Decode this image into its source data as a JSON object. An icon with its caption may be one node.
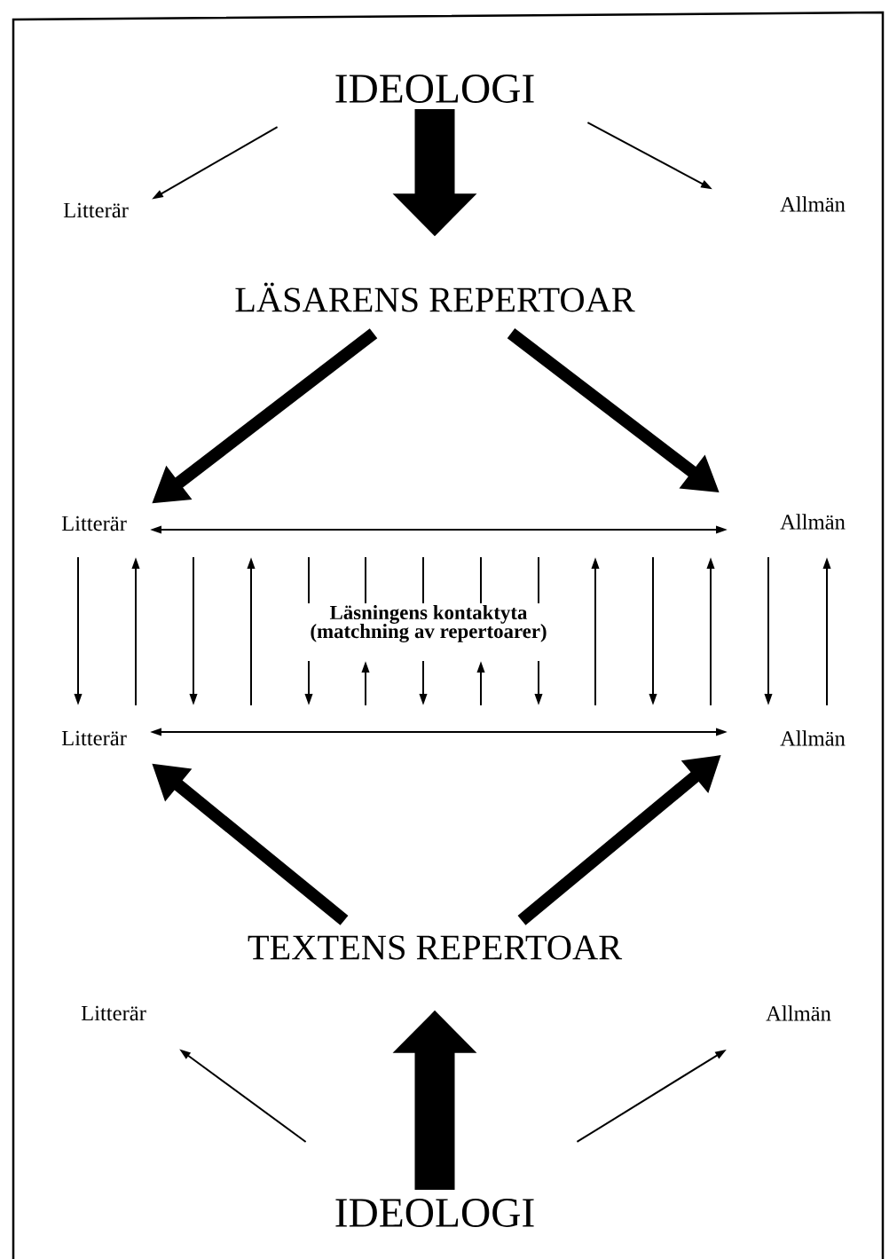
{
  "diagram": {
    "nodes": [
      {
        "text": [
          "IDEOLOGI"
        ]
      },
      {
        "text": [
          "Litterär"
        ]
      },
      {
        "text": [
          "Allmän"
        ]
      },
      {
        "text": [
          "LÄSARENS REPERTOAR"
        ]
      },
      {
        "text": [
          "Litterär"
        ]
      },
      {
        "text": [
          "Allmän"
        ]
      },
      {
        "text": [
          "Litterär"
        ]
      },
      {
        "text": [
          "Allmän"
        ]
      },
      {
        "text": [
          "TEXTENS REPERTOAR"
        ]
      },
      {
        "text": [
          "Litterär"
        ]
      },
      {
        "text": [
          "Allmän"
        ]
      },
      {
        "text": [
          "IDEOLOGI"
        ]
      }
    ],
    "edges": [
      {
        "from": 0,
        "to": 1,
        "arrow": "to"
      },
      {
        "from": 0,
        "to": 2,
        "arrow": "to"
      },
      {
        "from": 0,
        "to": 3,
        "arrow": "to",
        "style": "thick"
      },
      {
        "from": 3,
        "to": 4,
        "arrow": "to",
        "style": "thick"
      },
      {
        "from": 3,
        "to": 5,
        "arrow": "to",
        "style": "thick"
      },
      {
        "from": 4,
        "to": 5,
        "arrow": "both"
      },
      {
        "from": 6,
        "to": 7,
        "arrow": "both"
      },
      {
        "from": 8,
        "to": 6,
        "arrow": "to",
        "style": "thick"
      },
      {
        "from": 8,
        "to": 7,
        "arrow": "to",
        "style": "thick"
      },
      {
        "from": 11,
        "to": 8,
        "arrow": "to",
        "style": "thick"
      },
      {
        "from": 11,
        "to": 9,
        "arrow": "to"
      },
      {
        "from": 11,
        "to": 10,
        "arrow": "to"
      }
    ],
    "labels": [
      "Läsningens kontaktyta (matchning av repertoarer)"
    ]
  }
}
